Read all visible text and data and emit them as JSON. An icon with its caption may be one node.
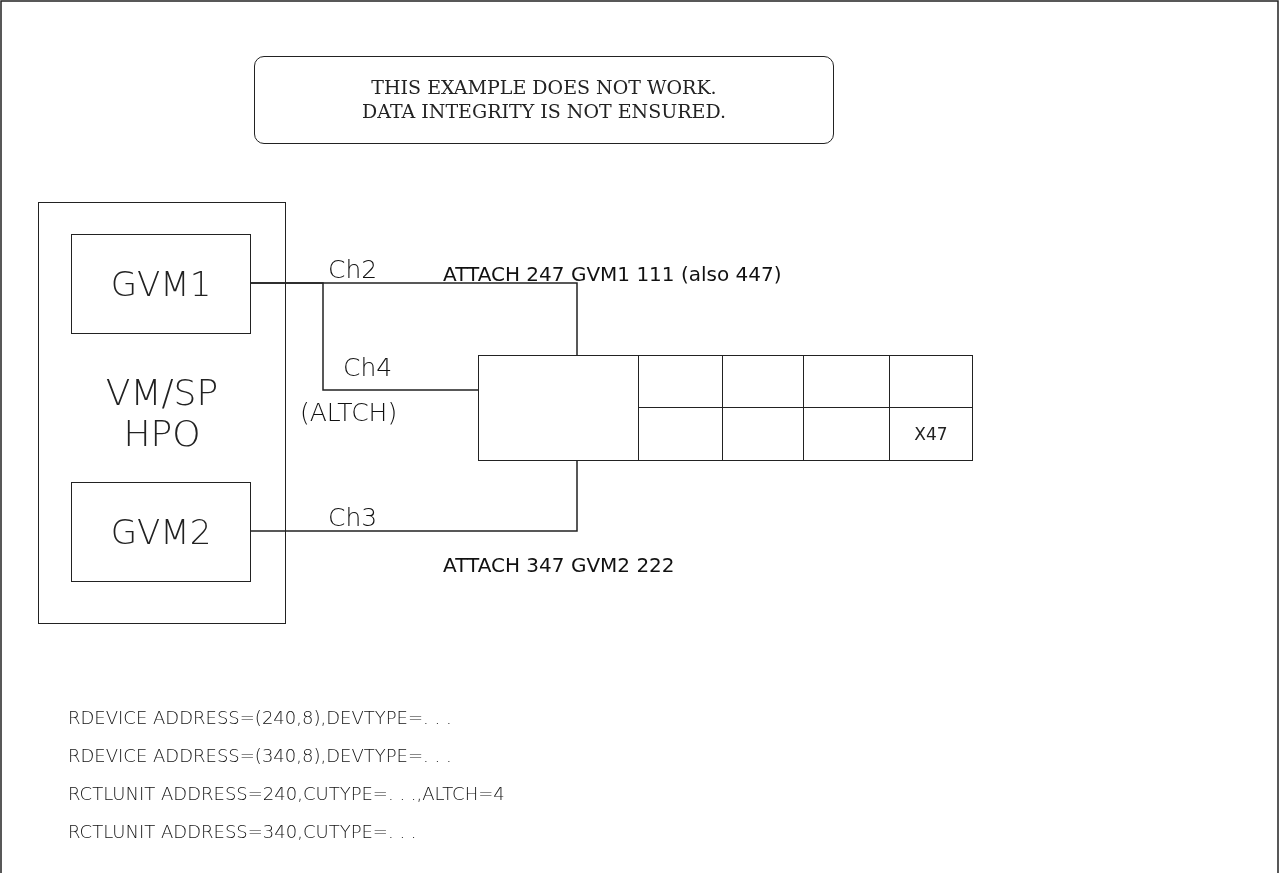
{
  "diagram": {
    "nodes": [
      {
        "text": [
          "THIS EXAMPLE DOES NOT WORK. DATA INTEGRITY IS NOT ENSURED."
        ]
      },
      {
        "text": [
          "VM/SP HPO"
        ]
      },
      {
        "text": [
          "GVM1"
        ],
        "in": 1
      },
      {
        "text": [
          "GVM2"
        ],
        "in": 1
      },
      {
        "text": [],
        "shape": "box"
      },
      {
        "text": [],
        "shape": "box"
      },
      {
        "text": [],
        "shape": "box"
      },
      {
        "text": [],
        "shape": "box"
      },
      {
        "text": [],
        "shape": "box"
      },
      {
        "text": [],
        "shape": "box"
      },
      {
        "text": [],
        "shape": "box"
      },
      {
        "text": [],
        "shape": "box"
      },
      {
        "text": [
          "X47"
        ]
      }
    ],
    "edges": [
      {
        "from": 2,
        "to": 4,
        "arrow": "none",
        "label": "Ch2"
      },
      {
        "from": 2,
        "to": 4,
        "arrow": "none",
        "label": "Ch4"
      },
      {
        "from": 3,
        "to": 4,
        "arrow": "none",
        "label": "Ch3"
      }
    ],
    "labels": [
      "ATTACH 247 GVM1 111 (also 447)",
      "(ALTCH)",
      "ATTACH 347 GVM2 222",
      "RDEVICE ADDRESS=(240,8),DEVTYPE=. . .",
      "RDEVICE ADDRESS=(340,8),DEVTYPE=. . .",
      "RCTLUNIT ADDRESS=240,CUTYPE=. . .,ALTCH=4",
      "RCTLUNIT ADDRESS=340,CUTYPE=. . ."
    ]
  }
}
